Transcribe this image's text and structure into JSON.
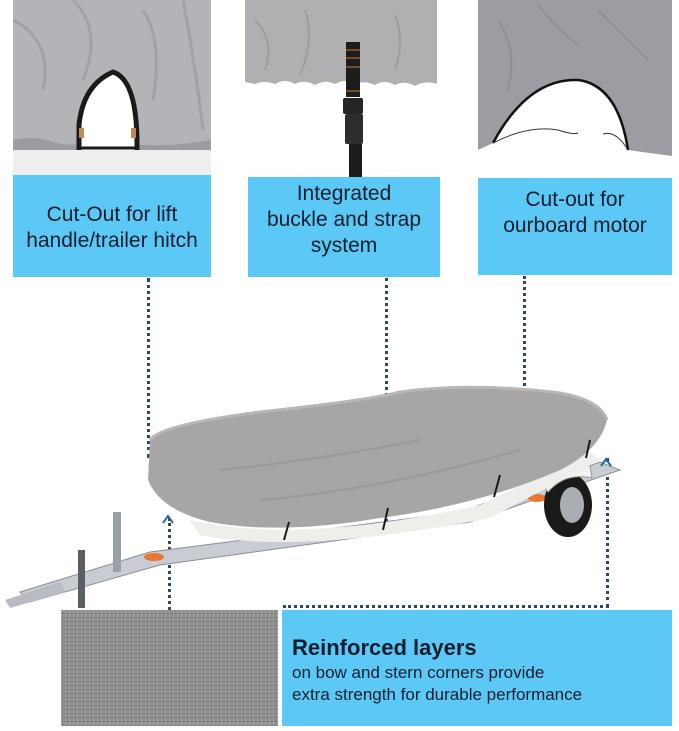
{
  "features": [
    {
      "id": "hitch",
      "label_lines": [
        "Cut-Out for lift",
        "handle/trailer hitch"
      ],
      "photo": "cover-hitch-cutout-photo"
    },
    {
      "id": "buckle",
      "label_lines": [
        "Integrated",
        "buckle and strap",
        "system"
      ],
      "photo": "buckle-strap-photo"
    },
    {
      "id": "motor",
      "label_lines": [
        "Cut-out for",
        "ourboard motor"
      ],
      "photo": "motor-cutout-photo"
    }
  ],
  "bottom_callout": {
    "title": "Reinforced layers",
    "lines": [
      "on bow and stern corners provide",
      "extra strength for durable performance"
    ]
  },
  "colors": {
    "label_bg": "#5bc8f5",
    "text": "#0f1e2e",
    "dotted_line": "#2a4a66",
    "cover_gray": "#a8a8a8"
  },
  "main_image": "boat-cover-on-trailer"
}
